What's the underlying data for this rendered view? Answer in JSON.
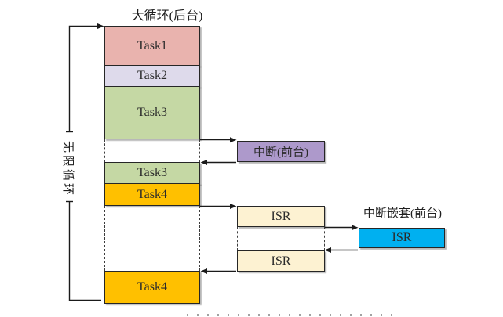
{
  "diagram": {
    "title": "大循环(后台)",
    "loop_label": "无限循环"
  },
  "stack": {
    "segments": [
      {
        "label": "Task1"
      },
      {
        "label": "Task2"
      },
      {
        "label": "Task3"
      },
      {
        "label": "Task3"
      },
      {
        "label": "Task4"
      },
      {
        "label": "Task4"
      }
    ]
  },
  "foreground": {
    "interrupt_label": "中断(前台)",
    "isr1": "ISR",
    "isr2": "ISR",
    "nested_title": "中断嵌套(前台)",
    "nested_isr": "ISR"
  },
  "colors": {
    "task1": "#E9B3AE",
    "task2": "#DEDAEB",
    "task3": "#C5D8A4",
    "task4": "#FFC000",
    "interrupt": "#AD99CB",
    "isr": "#FDF2D2",
    "nested_isr": "#00B0F0",
    "line": "#1A1A1A"
  }
}
